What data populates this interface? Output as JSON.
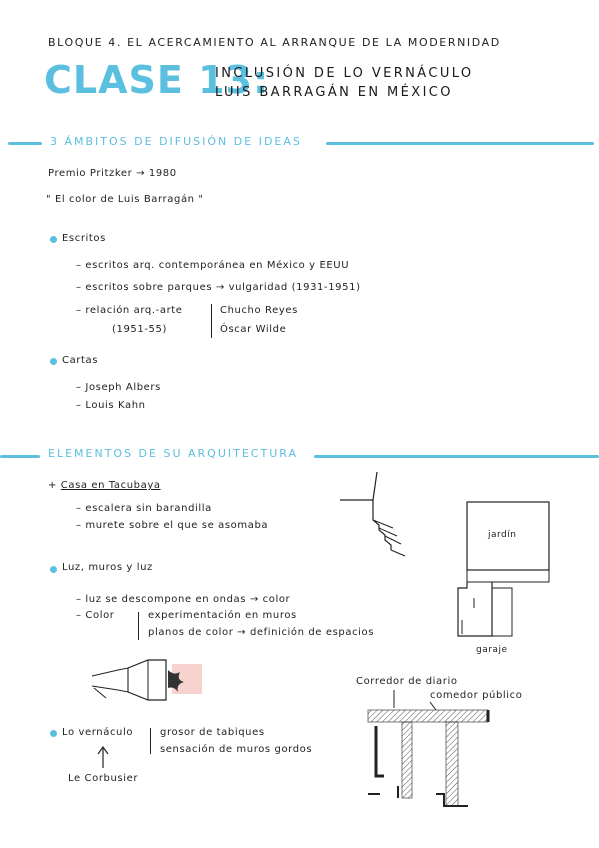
{
  "header": {
    "bloque": "BLOQUE 4.  EL ACERCAMIENTO AL ARRANQUE DE LA MODERNIDAD",
    "clase": "CLASE 13:",
    "subtitle_line1": "INCLUSIÓN DE LO VERNÁCULO",
    "subtitle_line2": "LUIS BARRAGÁN EN MÉXICO"
  },
  "section1": {
    "heading": "3 ÁMBITOS DE DIFUSIÓN DE IDEAS",
    "premio": "Premio Pritzker → 1980",
    "quote": "\" El color de Luis Barragán \"",
    "escritos": {
      "label": "Escritos",
      "items": [
        "escritos arq. contemporánea en México y EEUU",
        "escritos sobre parques → vulgaridad  (1931-1951)",
        "relación arq.-arte",
        "(1951-55)"
      ],
      "names": [
        "Chucho Reyes",
        "Óscar Wilde"
      ]
    },
    "cartas": {
      "label": "Cartas",
      "items": [
        "Joseph Albers",
        "Louis Kahn"
      ]
    }
  },
  "section2": {
    "heading": "ELEMENTOS DE SU ARQUITECTURA",
    "casa": {
      "label": "Casa en Tacubaya",
      "items": [
        "escalera sin barandilla",
        "murete sobre el que se asomaba"
      ]
    },
    "luz": {
      "label": "Luz, muros y luz",
      "items": [
        "luz se descompone en ondas → color",
        "Color",
        "experimentación en muros",
        "planos de color → definición de espacios"
      ]
    },
    "vernaculo": {
      "label": "Lo vernáculo",
      "items": [
        "grosor de tabiques",
        "sensación de muros gordos"
      ],
      "arrow_label": "Le Corbusier"
    },
    "sketch_labels": {
      "jardin": "jardín",
      "garaje": "garaje",
      "corredor": "Corredor de diario",
      "comedor": "comedor público"
    }
  },
  "colors": {
    "accent": "#5bbfe0",
    "ink": "#1a1a1a"
  }
}
